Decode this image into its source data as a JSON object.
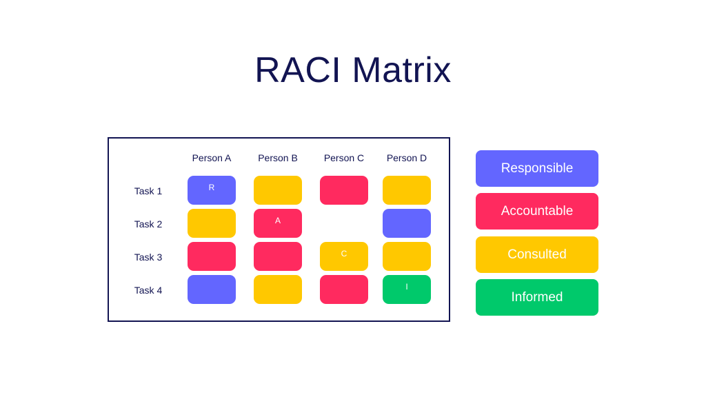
{
  "title": "RACI Matrix",
  "colors": {
    "responsible": "#6366FF",
    "accountable": "#FF2A5F",
    "consulted": "#FFC800",
    "informed": "#00C96B",
    "ink": "#121452"
  },
  "matrix": {
    "persons": [
      "Person A",
      "Person B",
      "Person C",
      "Person D"
    ],
    "tasks": [
      "Task 1",
      "Task 2",
      "Task 3",
      "Task 4"
    ],
    "rows": [
      [
        "responsible",
        "consulted",
        "accountable",
        "consulted"
      ],
      [
        "consulted",
        "accountable",
        "",
        "responsible"
      ],
      [
        "accountable",
        "accountable",
        "consulted",
        "consulted"
      ],
      [
        "responsible",
        "consulted",
        "accountable",
        "informed"
      ]
    ],
    "labels": [
      [
        "R",
        "",
        "",
        ""
      ],
      [
        "",
        "A",
        "",
        ""
      ],
      [
        "",
        "",
        "C",
        ""
      ],
      [
        "",
        "",
        "",
        "I"
      ]
    ]
  },
  "legend": [
    {
      "role": "responsible",
      "label": "Responsible"
    },
    {
      "role": "accountable",
      "label": "Accountable"
    },
    {
      "role": "consulted",
      "label": "Consulted"
    },
    {
      "role": "informed",
      "label": "Informed"
    }
  ]
}
